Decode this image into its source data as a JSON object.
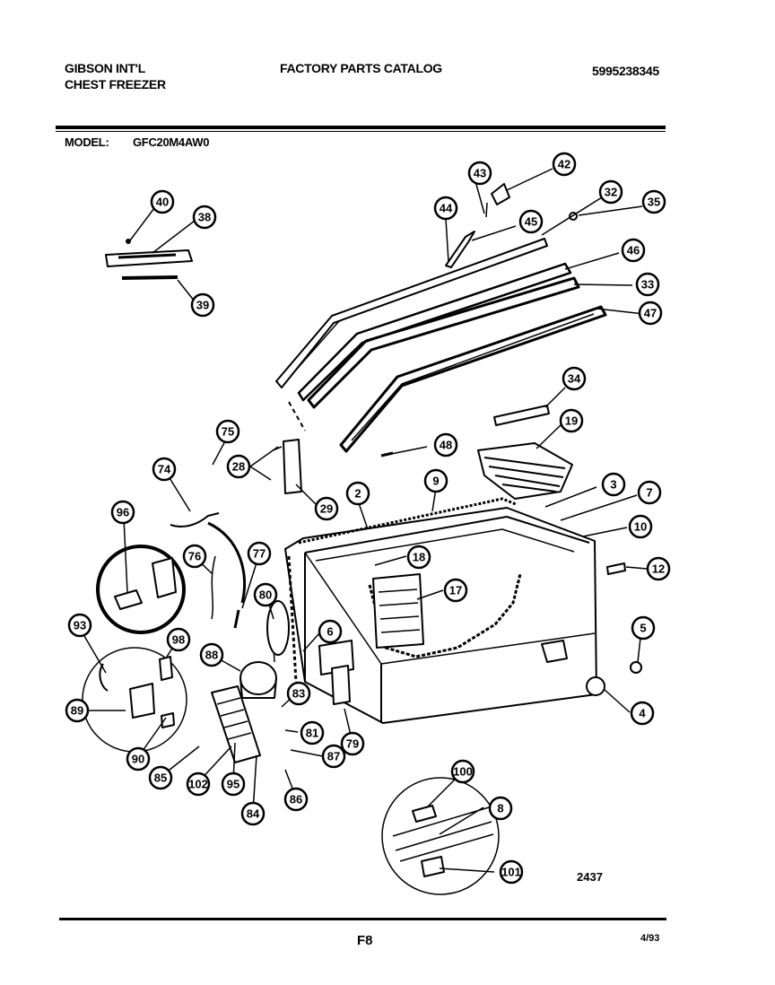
{
  "header": {
    "brand": "GIBSON INT'L",
    "product": "CHEST FREEZER",
    "catalog_title": "FACTORY PARTS CATALOG",
    "catalog_number": "5995238345",
    "model_label": "MODEL:",
    "model_value": "GFC20M4AW0"
  },
  "callouts": [
    "40",
    "38",
    "39",
    "42",
    "43",
    "44",
    "45",
    "32",
    "35",
    "46",
    "33",
    "47",
    "34",
    "19",
    "48",
    "75",
    "28",
    "29",
    "74",
    "2",
    "9",
    "3",
    "7",
    "10",
    "96",
    "76",
    "77",
    "18",
    "17",
    "12",
    "80",
    "6",
    "5",
    "93",
    "98",
    "88",
    "83",
    "81",
    "79",
    "4",
    "89",
    "90",
    "85",
    "102",
    "95",
    "84",
    "86",
    "87",
    "100",
    "8",
    "101"
  ],
  "figure_number": "2437",
  "footer": {
    "page_code": "F8",
    "date": "4/93"
  }
}
